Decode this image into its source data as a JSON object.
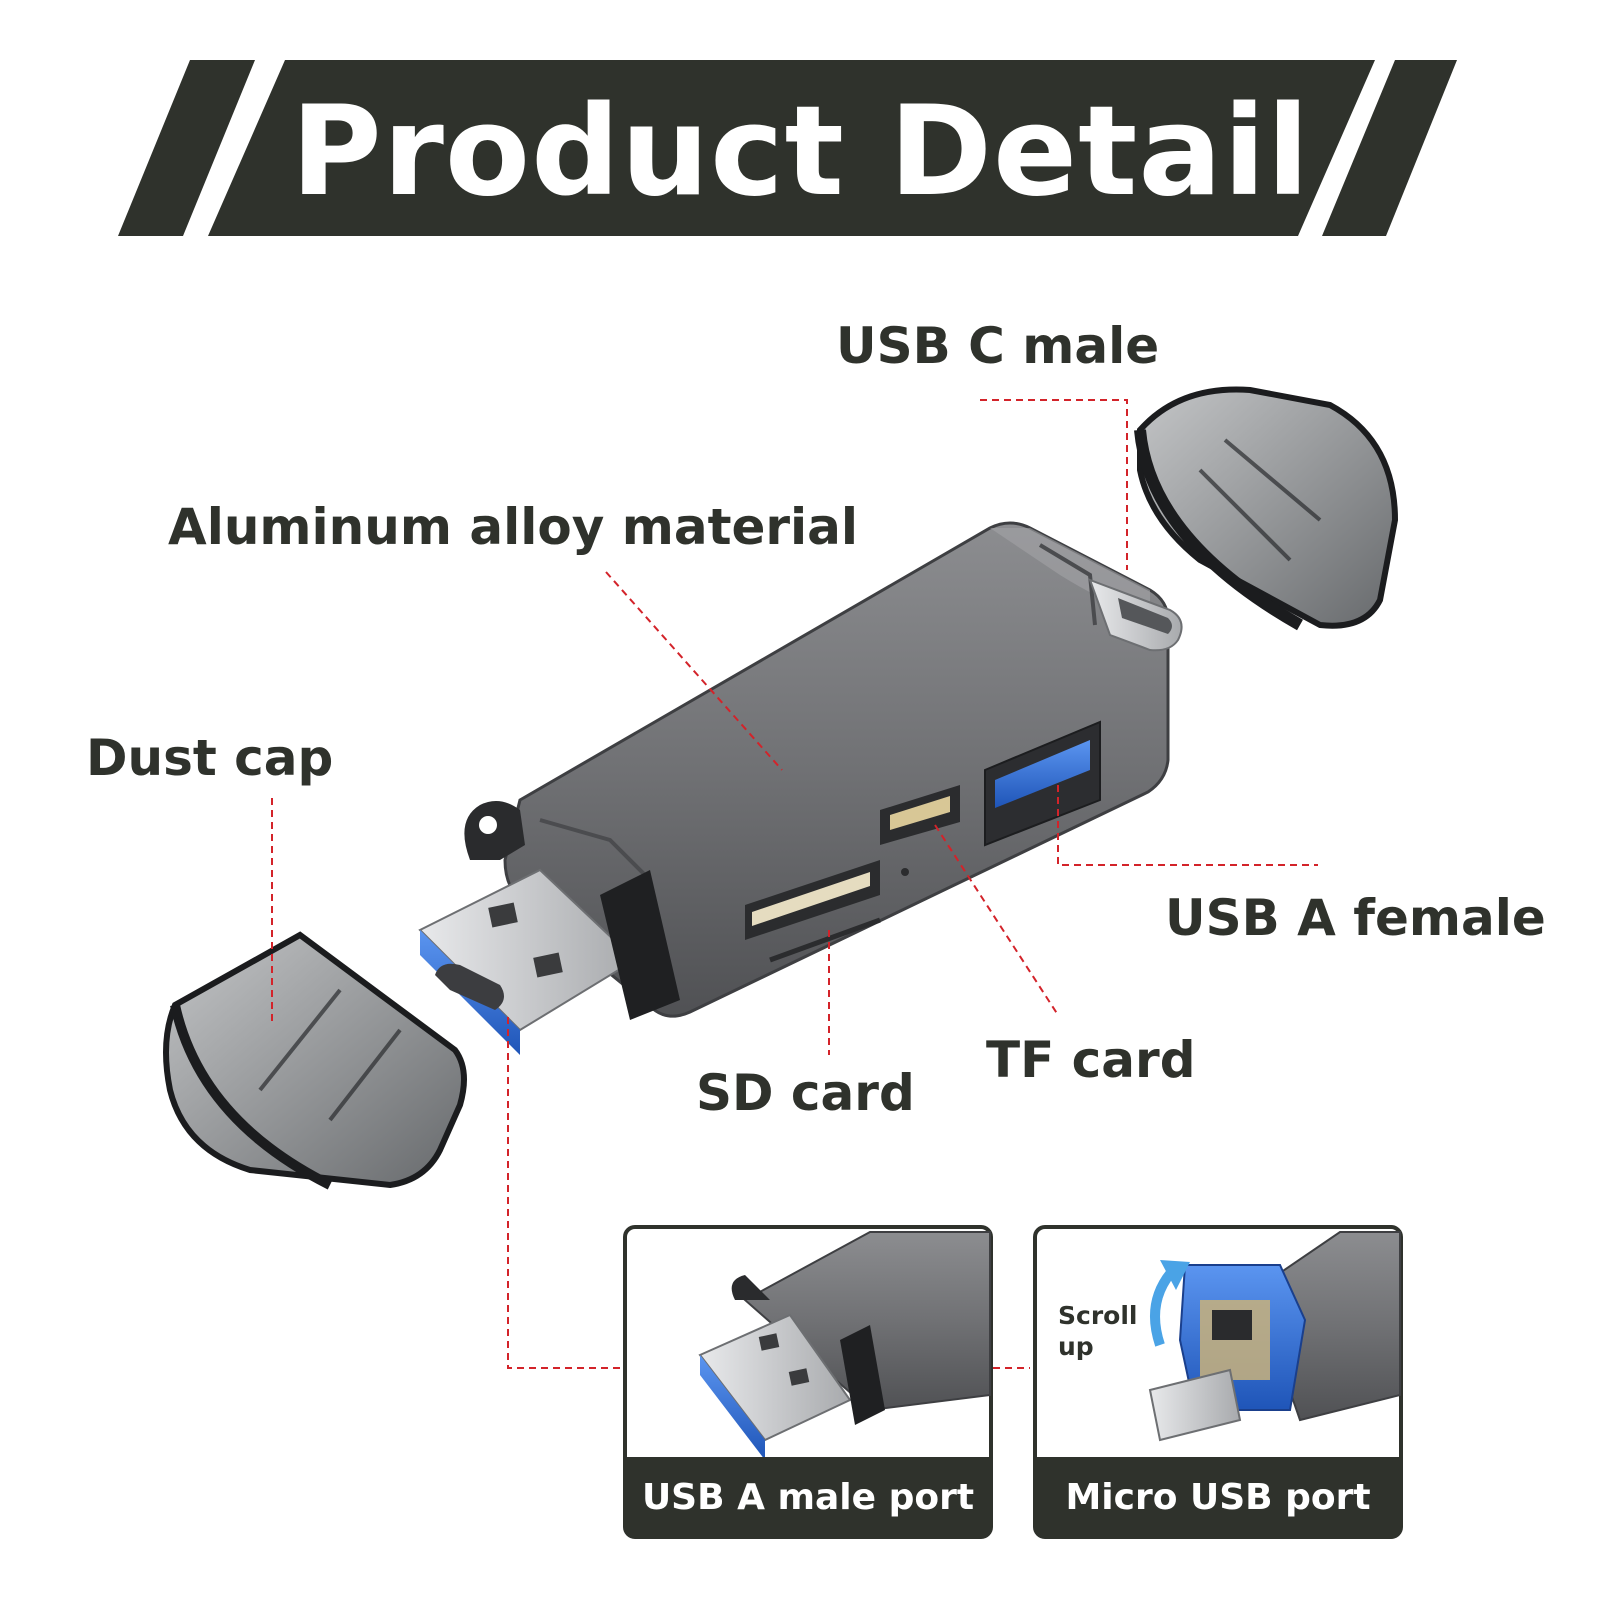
{
  "banner": {
    "title": "Product Detail"
  },
  "callouts": {
    "usb_c_male": "USB C male",
    "aluminum": "Aluminum alloy material",
    "dust_cap": "Dust cap",
    "usb_a_female": "USB A female",
    "tf_card": "TF card",
    "sd_card": "SD card"
  },
  "insets": {
    "left_caption": "USB A male port",
    "right_caption": "Micro USB port",
    "scroll_line1": "Scroll",
    "scroll_line2": "up"
  },
  "colors": {
    "banner": "#2f322c",
    "leader_line": "#d3232a",
    "body_gray": "#6f7073",
    "connector_blue": "#2f6fd8"
  },
  "icons": [
    "scroll-up-arrow-icon"
  ]
}
